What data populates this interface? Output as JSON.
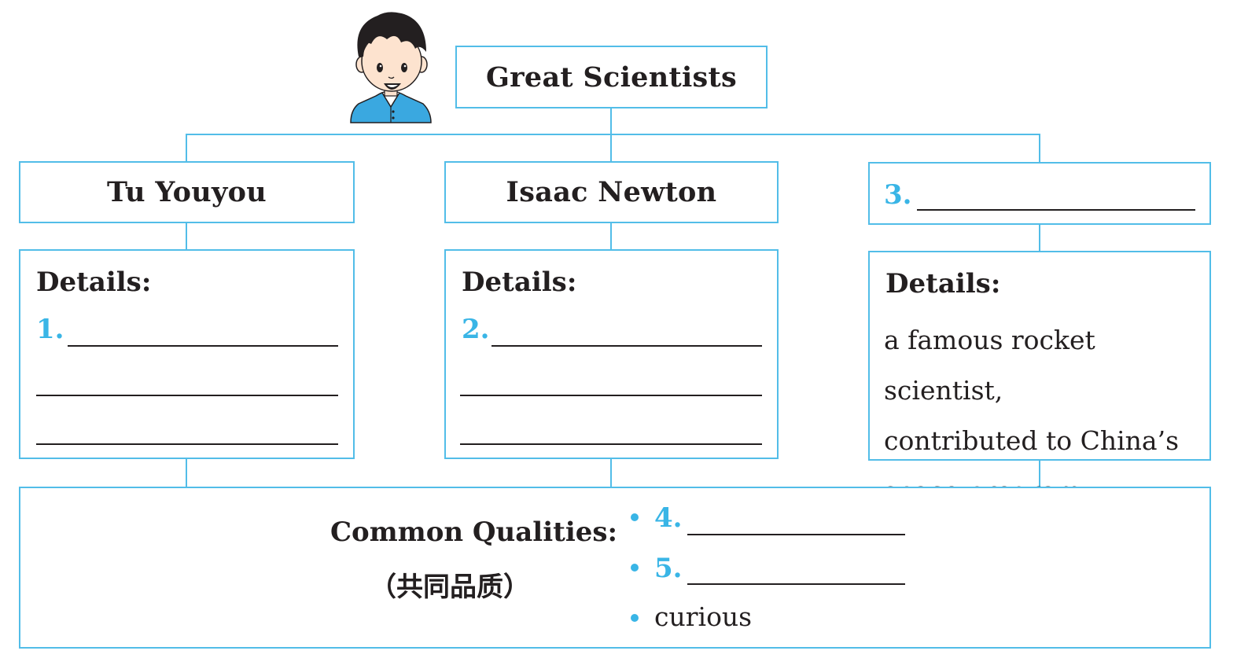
{
  "root": {
    "title": "Great Scientists"
  },
  "scientists": [
    {
      "name": "Tu Youyou",
      "details_label": "Details:",
      "blank_number": "1."
    },
    {
      "name": "Isaac Newton",
      "details_label": "Details:",
      "blank_number": "2."
    },
    {
      "name_blank_number": "3.",
      "details_label": "Details:",
      "details_lines": [
        "a famous rocket scientist,",
        "contributed to China’s",
        "space program"
      ]
    }
  ],
  "qualities": {
    "label": "Common Qualities:",
    "label_cn": "（共同品质）",
    "items": [
      {
        "number": "4.",
        "text": ""
      },
      {
        "number": "5.",
        "text": ""
      },
      {
        "number": "",
        "text": "curious"
      }
    ]
  },
  "colors": {
    "accent": "#52bde8",
    "number": "#39b5e6",
    "text": "#231f20",
    "shirt": "#3aa8e0"
  }
}
